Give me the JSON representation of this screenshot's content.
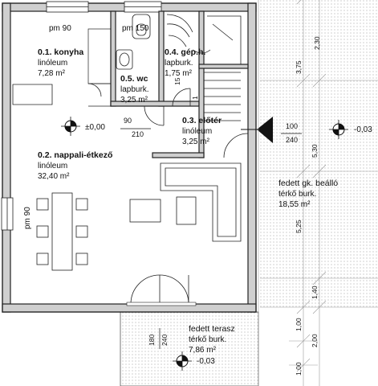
{
  "rooms": {
    "kitchen": {
      "name": "0.1. konyha",
      "floor": "linóleum",
      "area": "7,28 m²"
    },
    "wc": {
      "name": "0.5. wc",
      "floor": "lapburk.",
      "area": "3,25 m²"
    },
    "mech": {
      "name": "0.4. gép.h.",
      "floor": "lapburk.",
      "area": "1,75 m²"
    },
    "hall": {
      "name": "0.3. előtér",
      "floor": "linóleum",
      "area": "3,25 m²"
    },
    "living": {
      "name": "0.2. nappali-étkező",
      "floor": "linóleum",
      "area": "32,40 m²"
    },
    "carport": {
      "name": "fedett gk. beálló",
      "floor": "térkő burk.",
      "area": "18,55 m²"
    },
    "terrace": {
      "name": "fedett terasz",
      "floor": "térkő burk.",
      "area": "7,86 m²"
    }
  },
  "labels": {
    "pm90_kitchen": "pm 90",
    "pm150": "pm 150",
    "pm90_side": "pm 90",
    "level_main": "±0,00",
    "level_carport": "-0,03",
    "level_terrace": "-0,03",
    "door_90": "90",
    "door_210": "210",
    "door_100": "100",
    "door_240": "240",
    "terrace_180": "180",
    "terrace_240": "240",
    "stair_15": "15",
    "stair_1": "1"
  },
  "dimensions": {
    "d_230": "2,30",
    "d_375": "3,75",
    "d_530": "5,30",
    "d_525": "5,25",
    "d_140": "1,40",
    "d_100": "1,00",
    "d_200": "2,00",
    "d_100b": "1,00"
  },
  "colors": {
    "wall": "#cfcfcf",
    "line": "#222222",
    "grid": "#9a9a9a"
  }
}
